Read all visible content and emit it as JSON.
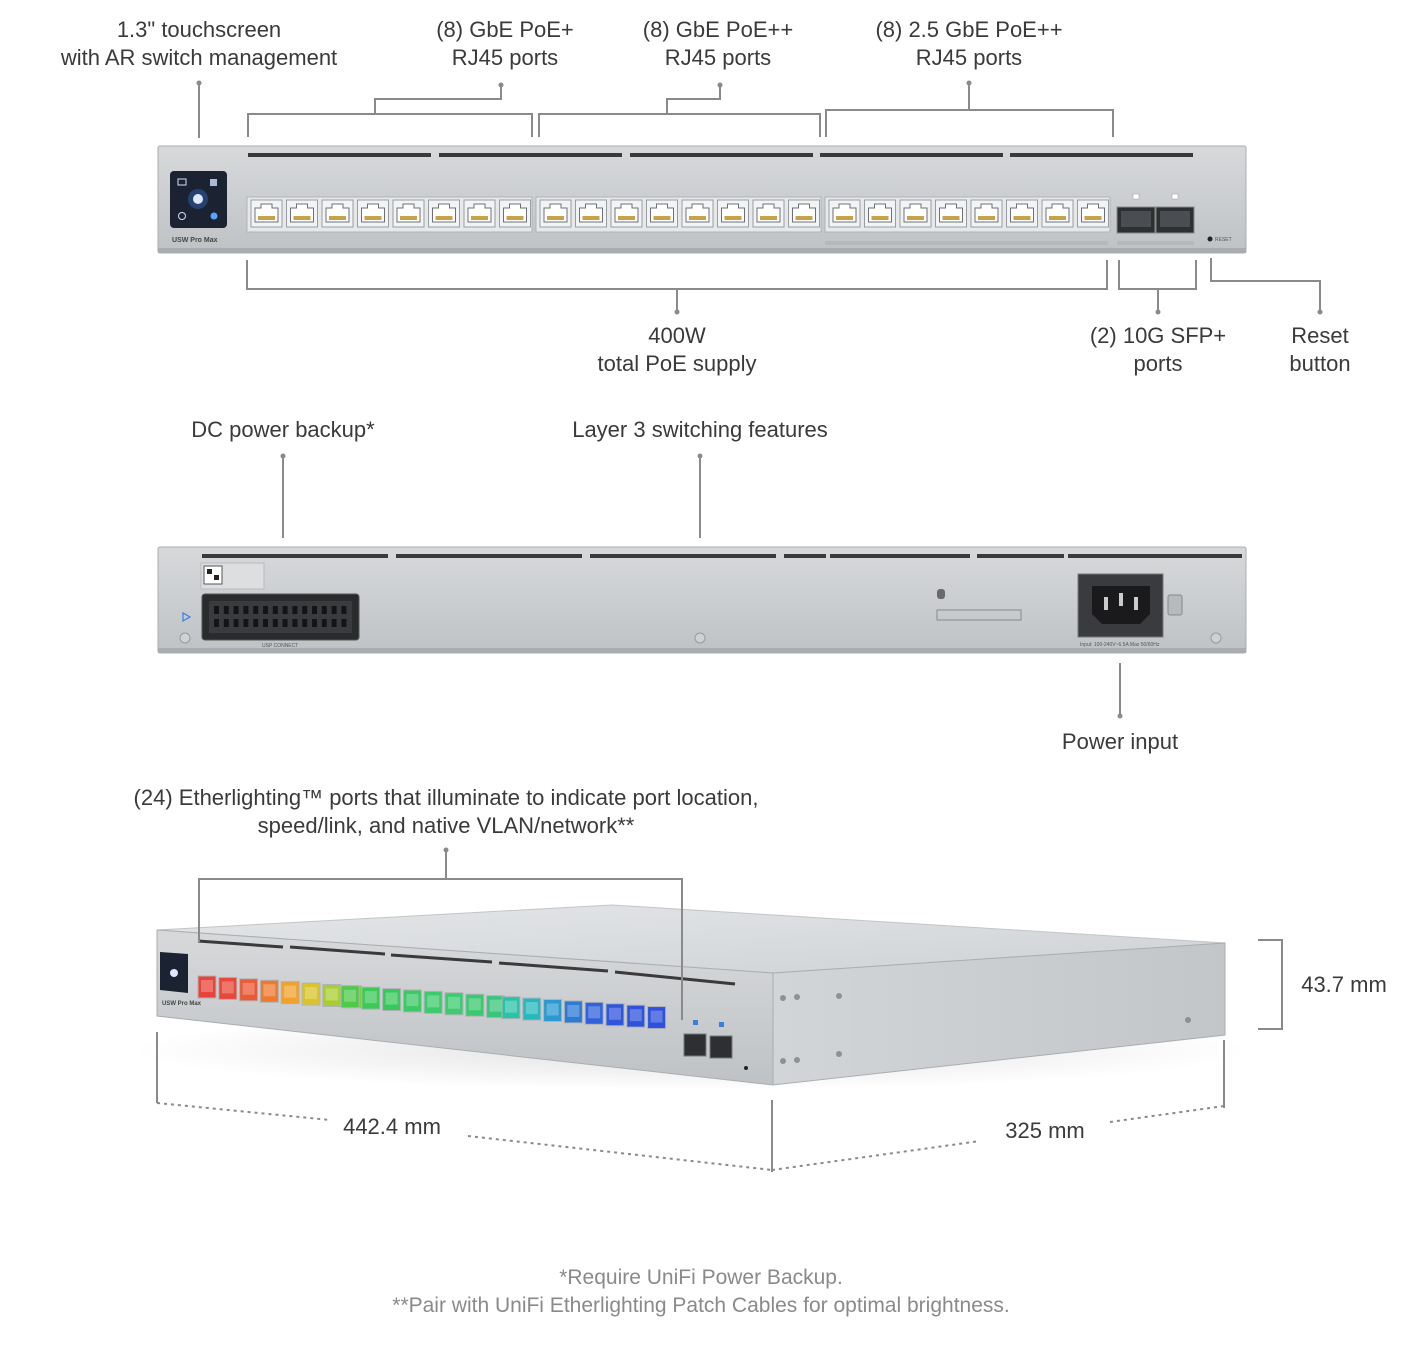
{
  "front": {
    "touchscreen": {
      "line1": "1.3\" touchscreen",
      "line2": "with AR switch management"
    },
    "group1": {
      "line1": "(8) GbE PoE+",
      "line2": "RJ45 ports"
    },
    "group2": {
      "line1": "(8) GbE PoE++",
      "line2": "RJ45 ports"
    },
    "group3": {
      "line1": "(8) 2.5 GbE PoE++",
      "line2": "RJ45 ports"
    },
    "poe_supply": {
      "line1": "400W",
      "line2": "total PoE supply"
    },
    "sfp": {
      "line1": "(2) 10G SFP+",
      "line2": "ports"
    },
    "reset": {
      "line1": "Reset",
      "line2": "button"
    },
    "model_badge": "USW Pro Max",
    "reset_small": "RESET"
  },
  "rear": {
    "dc_backup": "DC power backup*",
    "layer3": "Layer 3 switching features",
    "power_input": "Power input",
    "usp_connect": "USP CONNECT",
    "power_rating": "Input: 100-240V~6.5A Max 50/60Hz"
  },
  "iso": {
    "etherlighting": {
      "line1": "(24) Etherlighting™ ports that illuminate to indicate port location,",
      "line2": "speed/link, and native VLAN/network**"
    },
    "height": "43.7 mm",
    "width": "442.4 mm",
    "depth": "325 mm"
  },
  "footnotes": {
    "line1": "*Require UniFi Power Backup.",
    "line2": "**Pair with UniFi Etherlighting Patch Cables for optimal brightness."
  },
  "colors": {
    "chassis": "#c9cccf",
    "chassis_dark": "#a9adb1",
    "leader": "#8a8a8a",
    "screen": "#1c2b46",
    "screen_accent": "#3a8fe8"
  },
  "port_glow_colors": [
    "#e8443a",
    "#e8483a",
    "#ea5a36",
    "#ee7a30",
    "#f0a22c",
    "#d9c42a",
    "#a8cf32",
    "#7ccd38",
    "#4fc94a",
    "#3cc956",
    "#38c95e",
    "#3cc966",
    "#3ccb6c",
    "#3ccb70",
    "#3ac96f",
    "#38c67a",
    "#2bc3a7",
    "#27b8bd",
    "#2b9ad0",
    "#2d79d6",
    "#2f62dc",
    "#2f55dc",
    "#2e52dc",
    "#2e50dc"
  ]
}
